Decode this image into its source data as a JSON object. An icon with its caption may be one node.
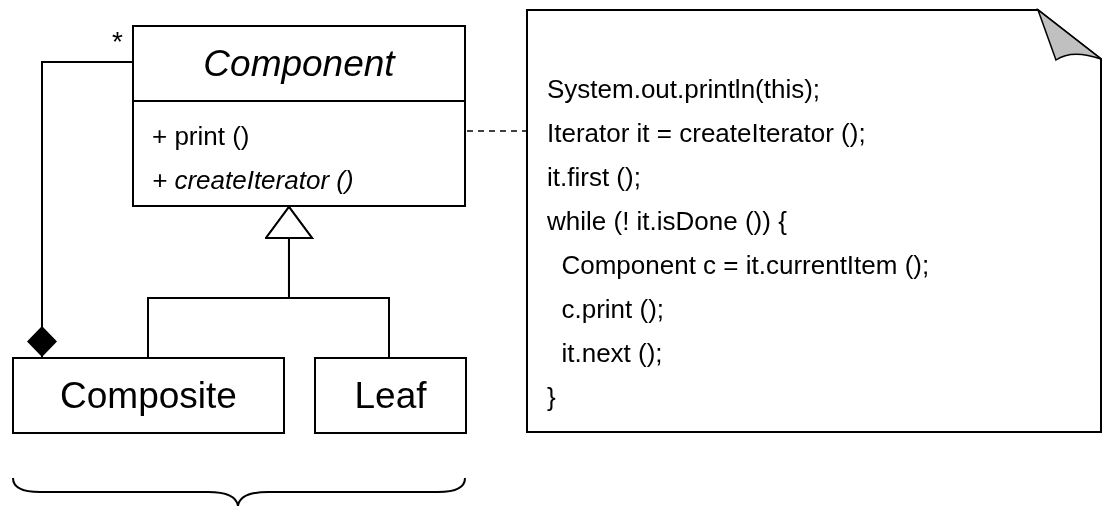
{
  "diagram": {
    "nodes": [
      {
        "text": [
          "Component",
          "+ print ()",
          "+ createIterator ()"
        ]
      },
      {
        "text": [
          "Composite"
        ]
      },
      {
        "text": [
          "Leaf"
        ]
      },
      {
        "text": [
          "System.out.println(this);",
          "Iterator it = createIterator ();",
          "it.first ();",
          "while (! it.isDone ()) {",
          "  Component c = it.currentItem ();",
          "  c.print ();",
          "  it.next ();",
          "}"
        ]
      }
    ],
    "edges": [
      {
        "from": 1,
        "to": 0,
        "arrow": "other",
        "label": "*"
      },
      {
        "from": 1,
        "to": 0,
        "arrow": "to"
      },
      {
        "from": 2,
        "to": 0,
        "arrow": "to"
      },
      {
        "from": 0,
        "to": 3,
        "arrow": "none",
        "style": "dashed"
      }
    ]
  }
}
